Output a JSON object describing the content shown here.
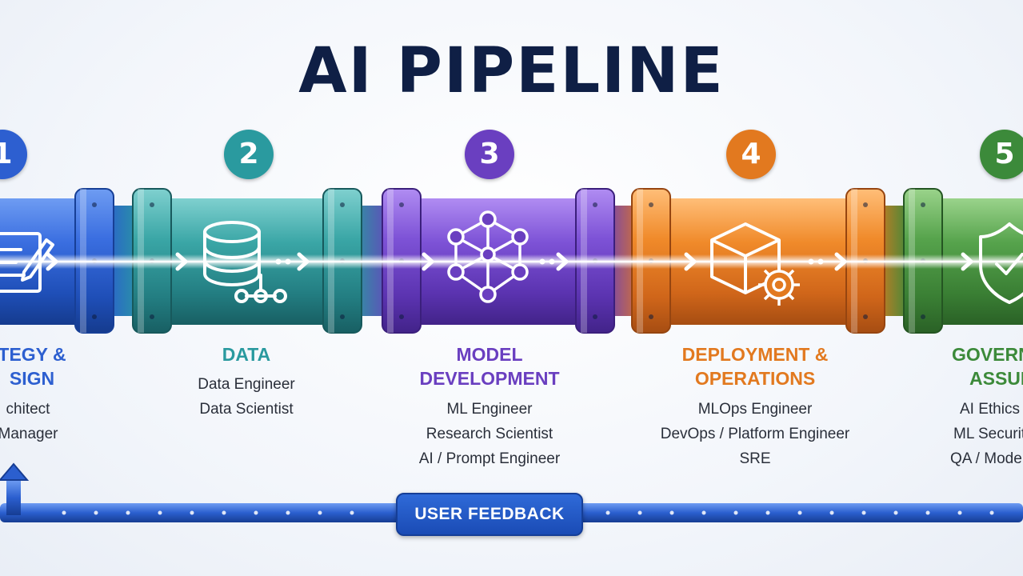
{
  "title": "AI PIPELINE",
  "stages": [
    {
      "number": "1",
      "title_lines": [
        "TEGY &",
        "SIGN"
      ],
      "roles": [
        "chitect",
        "Manager"
      ],
      "icon": "blueprint-pencil-icon",
      "color": "#2d5fd0"
    },
    {
      "number": "2",
      "title_lines": [
        "DATA"
      ],
      "roles": [
        "Data Engineer",
        "Data Scientist"
      ],
      "icon": "database-icon",
      "color": "#2a9a9f"
    },
    {
      "number": "3",
      "title_lines": [
        "MODEL",
        "DEVELOPMENT"
      ],
      "roles": [
        "ML Engineer",
        "Research Scientist",
        "AI / Prompt Engineer"
      ],
      "icon": "neural-network-icon",
      "color": "#6a3fc0"
    },
    {
      "number": "4",
      "title_lines": [
        "DEPLOYMENT &",
        "OPERATIONS"
      ],
      "roles": [
        "MLOps Engineer",
        "DevOps / Platform Engineer",
        "SRE"
      ],
      "icon": "box-gear-icon",
      "color": "#e2791f"
    },
    {
      "number": "5",
      "title_lines": [
        "GOVERN",
        "ASSUR"
      ],
      "roles": [
        "AI Ethics S",
        "ML Securit",
        "QA / Mode"
      ],
      "icon": "shield-check-icon",
      "color": "#3c8a3a"
    }
  ],
  "feedback": {
    "label": "USER FEEDBACK"
  }
}
